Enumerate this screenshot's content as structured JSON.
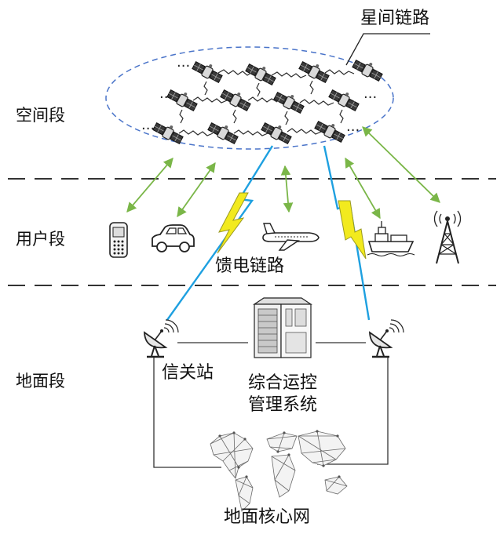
{
  "segments": {
    "space": "空间段",
    "user": "用户段",
    "ground": "地面段"
  },
  "labels": {
    "inter_satellite_link": "星间链路",
    "feeder_link": "馈电链路",
    "gateway_station": "信关站",
    "ops_mgmt_line1": "综合运控",
    "ops_mgmt_line2": "管理系统",
    "ground_core_network": "地面核心网"
  },
  "ellipsis": "···",
  "icons": {
    "satellite": "satellite-icon",
    "phone": "mobile-phone-icon",
    "car": "car-icon",
    "plane": "airplane-icon",
    "ship": "ship-icon",
    "tower": "signal-tower-icon",
    "dish": "satellite-dish-icon",
    "server": "server-rack-icon",
    "map": "world-map-icon"
  },
  "colors": {
    "orbit": "#4a74c9",
    "green_link": "#7ab648",
    "feeder_blue": "#1ea0e0",
    "lightning": "#f2ea1e",
    "divider": "#333333"
  }
}
